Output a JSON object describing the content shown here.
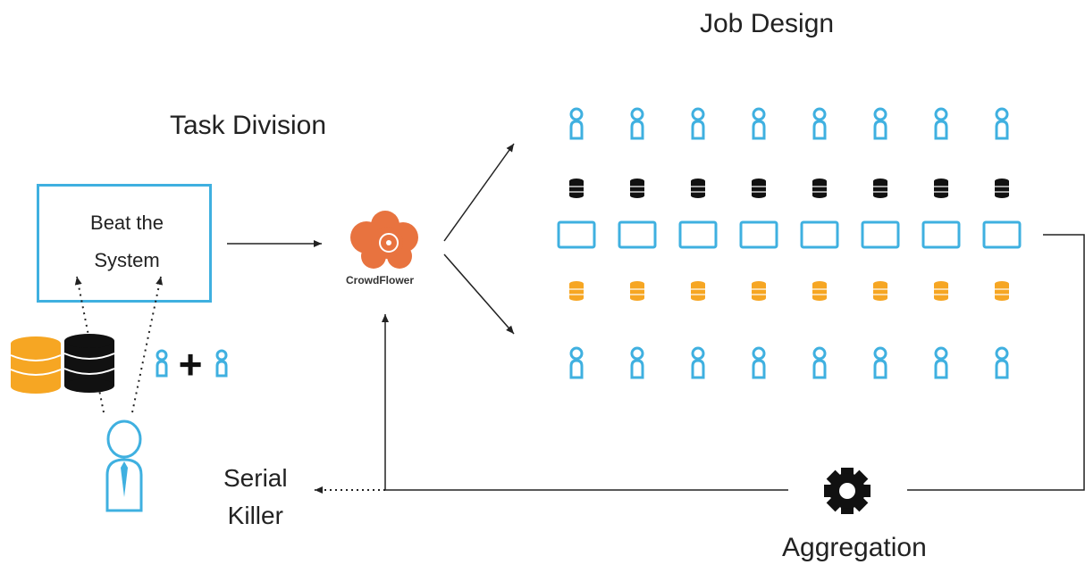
{
  "title_job_design": "Job Design",
  "title_task_division": "Task Division",
  "beat_box": {
    "line1": "Beat the",
    "line2": "System"
  },
  "serial_killer": {
    "line1": "Serial",
    "line2": "Killer"
  },
  "aggregation_label": "Aggregation",
  "crowdflower_label": "CrowdFlower",
  "plus_sign": "+",
  "colors": {
    "blue": "#3fb0e0",
    "orange": "#f6a623",
    "black": "#111111",
    "crowdflower": "#e8733f"
  },
  "grid": {
    "columns": 8
  }
}
